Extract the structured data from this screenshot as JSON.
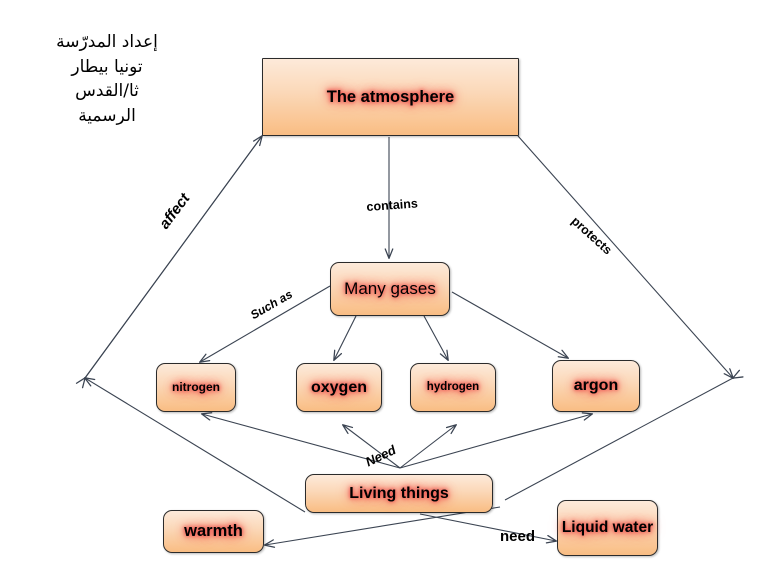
{
  "credit": {
    "text": "إعداد المدرّسة\nتونيا بيطار\nثا/القدس\nالرسمية"
  },
  "diagram": {
    "title": "The atmosphere",
    "theme": {
      "box_fill_top": "#fdeada",
      "box_fill_bottom": "#f9bd83",
      "box_border": "#2b2b2b",
      "text_glow": "#ee4d46",
      "line_color": "#3b4452",
      "background": "#ffffff"
    },
    "nodes": [
      {
        "id": "atmosphere",
        "label": "The atmosphere"
      },
      {
        "id": "manygases",
        "label": "Many gases"
      },
      {
        "id": "nitrogen",
        "label": "nitrogen"
      },
      {
        "id": "oxygen",
        "label": "oxygen"
      },
      {
        "id": "hydrogen",
        "label": "hydrogen"
      },
      {
        "id": "argon",
        "label": "argon"
      },
      {
        "id": "living",
        "label": "Living things"
      },
      {
        "id": "warmth",
        "label": "warmth"
      },
      {
        "id": "liquidwater",
        "label": "Liquid water"
      }
    ],
    "edge_labels": [
      {
        "id": "affect",
        "text": "affect"
      },
      {
        "id": "contains",
        "text": "contains"
      },
      {
        "id": "protects",
        "text": "protects"
      },
      {
        "id": "suchas",
        "text": "Such as"
      },
      {
        "id": "need-up",
        "text": "Need"
      },
      {
        "id": "need",
        "text": "need"
      }
    ],
    "edges": [
      {
        "from": "atmosphere",
        "to": "left-vertex",
        "label": "affect",
        "arrows": "both"
      },
      {
        "from": "atmosphere",
        "to": "manygases",
        "label": "contains",
        "arrows": "end"
      },
      {
        "from": "atmosphere",
        "to": "right-vertex",
        "label": "protects",
        "arrows": "end"
      },
      {
        "from": "manygases",
        "to": "nitrogen",
        "label": "Such as",
        "arrows": "end"
      },
      {
        "from": "manygases",
        "to": "oxygen",
        "label": "",
        "arrows": "end"
      },
      {
        "from": "manygases",
        "to": "hydrogen",
        "label": "",
        "arrows": "end"
      },
      {
        "from": "manygases",
        "to": "argon",
        "label": "",
        "arrows": "end"
      },
      {
        "from": "living",
        "to": "nitrogen",
        "label": "Need",
        "arrows": "end"
      },
      {
        "from": "living",
        "to": "oxygen",
        "label": "Need",
        "arrows": "end"
      },
      {
        "from": "living",
        "to": "hydrogen",
        "label": "Need",
        "arrows": "end"
      },
      {
        "from": "living",
        "to": "argon",
        "label": "Need",
        "arrows": "end"
      },
      {
        "from": "living",
        "to": "left-vertex",
        "label": "",
        "arrows": "end"
      },
      {
        "from": "living",
        "to": "right-vertex",
        "label": "",
        "arrows": "end"
      },
      {
        "from": "living",
        "to": "warmth",
        "label": "",
        "arrows": "end"
      },
      {
        "from": "living",
        "to": "liquidwater",
        "label": "need",
        "arrows": "end"
      }
    ]
  }
}
